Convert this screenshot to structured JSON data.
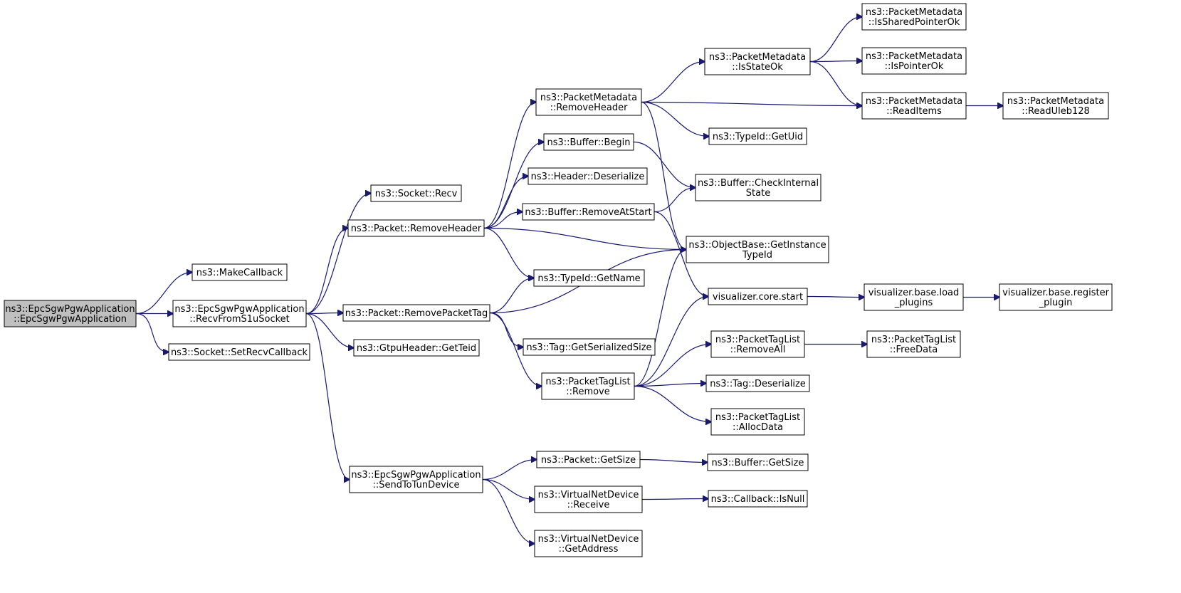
{
  "diagram": {
    "root_fill": "#bfbfbf",
    "node_fill": "#ffffff",
    "edge_color": "#191970",
    "nodes": [
      {
        "id": "root",
        "lines": [
          "ns3::EpcSgwPgwApplication",
          "::EpcSgwPgwApplication"
        ],
        "root": true
      },
      {
        "id": "makecb",
        "lines": [
          "ns3::MakeCallback"
        ]
      },
      {
        "id": "recvs1u",
        "lines": [
          "ns3::EpcSgwPgwApplication",
          "::RecvFromS1uSocket"
        ]
      },
      {
        "id": "setrecvcb",
        "lines": [
          "ns3::Socket::SetRecvCallback"
        ]
      },
      {
        "id": "sockrecv",
        "lines": [
          "ns3::Socket::Recv"
        ]
      },
      {
        "id": "pktremhdr",
        "lines": [
          "ns3::Packet::RemoveHeader"
        ]
      },
      {
        "id": "pktrempt",
        "lines": [
          "ns3::Packet::RemovePacketTag"
        ]
      },
      {
        "id": "gtputeid",
        "lines": [
          "ns3::GtpuHeader::GetTeid"
        ]
      },
      {
        "id": "sendtun",
        "lines": [
          "ns3::EpcSgwPgwApplication",
          "::SendToTunDevice"
        ]
      },
      {
        "id": "pmremhdr",
        "lines": [
          "ns3::PacketMetadata",
          "::RemoveHeader"
        ]
      },
      {
        "id": "bufbegin",
        "lines": [
          "ns3::Buffer::Begin"
        ]
      },
      {
        "id": "hdrdeser",
        "lines": [
          "ns3::Header::Deserialize"
        ]
      },
      {
        "id": "bufremstart",
        "lines": [
          "ns3::Buffer::RemoveAtStart"
        ]
      },
      {
        "id": "typeidname",
        "lines": [
          "ns3::TypeId::GetName"
        ]
      },
      {
        "id": "taggetser",
        "lines": [
          "ns3::Tag::GetSerializedSize"
        ]
      },
      {
        "id": "ptlremove",
        "lines": [
          "ns3::PacketTagList",
          "::Remove"
        ]
      },
      {
        "id": "pktgetsize",
        "lines": [
          "ns3::Packet::GetSize"
        ]
      },
      {
        "id": "vndreceive",
        "lines": [
          "ns3::VirtualNetDevice",
          "::Receive"
        ]
      },
      {
        "id": "vndgetaddr",
        "lines": [
          "ns3::VirtualNetDevice",
          "::GetAddress"
        ]
      },
      {
        "id": "pmstateok",
        "lines": [
          "ns3::PacketMetadata",
          "::IsStateOk"
        ]
      },
      {
        "id": "typeiduid",
        "lines": [
          "ns3::TypeId::GetUid"
        ]
      },
      {
        "id": "bufcheck",
        "lines": [
          "ns3::Buffer::CheckInternal",
          "State"
        ]
      },
      {
        "id": "objgettid",
        "lines": [
          "ns3::ObjectBase::GetInstance",
          "TypeId"
        ]
      },
      {
        "id": "vizstart",
        "lines": [
          "visualizer.core.start"
        ]
      },
      {
        "id": "ptlremall",
        "lines": [
          "ns3::PacketTagList",
          "::RemoveAll"
        ]
      },
      {
        "id": "tagdeser",
        "lines": [
          "ns3::Tag::Deserialize"
        ]
      },
      {
        "id": "ptlalloc",
        "lines": [
          "ns3::PacketTagList",
          "::AllocData"
        ]
      },
      {
        "id": "bufgetsize",
        "lines": [
          "ns3::Buffer::GetSize"
        ]
      },
      {
        "id": "cbisnull",
        "lines": [
          "ns3::Callback::IsNull"
        ]
      },
      {
        "id": "pmshared",
        "lines": [
          "ns3::PacketMetadata",
          "::IsSharedPointerOk"
        ]
      },
      {
        "id": "pmptrok",
        "lines": [
          "ns3::PacketMetadata",
          "::IsPointerOk"
        ]
      },
      {
        "id": "pmreaditems",
        "lines": [
          "ns3::PacketMetadata",
          "::ReadItems"
        ]
      },
      {
        "id": "pmuleb",
        "lines": [
          "ns3::PacketMetadata",
          "::ReadUleb128"
        ]
      },
      {
        "id": "vizload",
        "lines": [
          "visualizer.base.load",
          "_plugins"
        ]
      },
      {
        "id": "vizreg",
        "lines": [
          "visualizer.base.register",
          "_plugin"
        ]
      },
      {
        "id": "ptlfree",
        "lines": [
          "ns3::PacketTagList",
          "::FreeData"
        ]
      }
    ],
    "edges": [
      [
        "root",
        "makecb"
      ],
      [
        "root",
        "recvs1u"
      ],
      [
        "root",
        "setrecvcb"
      ],
      [
        "recvs1u",
        "sockrecv"
      ],
      [
        "recvs1u",
        "pktremhdr"
      ],
      [
        "recvs1u",
        "pktrempt"
      ],
      [
        "recvs1u",
        "gtputeid"
      ],
      [
        "recvs1u",
        "sendtun"
      ],
      [
        "pktremhdr",
        "pmremhdr"
      ],
      [
        "pktremhdr",
        "bufbegin"
      ],
      [
        "pktremhdr",
        "hdrdeser"
      ],
      [
        "pktremhdr",
        "bufremstart"
      ],
      [
        "pktremhdr",
        "objgettid"
      ],
      [
        "pktremhdr",
        "typeidname"
      ],
      [
        "pmremhdr",
        "pmstateok"
      ],
      [
        "pmremhdr",
        "pmreaditems"
      ],
      [
        "pmremhdr",
        "typeiduid"
      ],
      [
        "pmremhdr",
        "objgettid"
      ],
      [
        "pmstateok",
        "pmshared"
      ],
      [
        "pmstateok",
        "pmptrok"
      ],
      [
        "pmstateok",
        "pmreaditems"
      ],
      [
        "pmreaditems",
        "pmuleb"
      ],
      [
        "bufbegin",
        "bufcheck"
      ],
      [
        "bufremstart",
        "bufcheck"
      ],
      [
        "bufremstart",
        "vizstart"
      ],
      [
        "pktrempt",
        "typeidname"
      ],
      [
        "pktrempt",
        "objgettid"
      ],
      [
        "pktrempt",
        "taggetser"
      ],
      [
        "pktrempt",
        "ptlremove"
      ],
      [
        "ptlremove",
        "objgettid"
      ],
      [
        "ptlremove",
        "vizstart"
      ],
      [
        "ptlremove",
        "ptlremall"
      ],
      [
        "ptlremove",
        "tagdeser"
      ],
      [
        "ptlremove",
        "ptlalloc"
      ],
      [
        "ptlremall",
        "ptlfree"
      ],
      [
        "vizstart",
        "vizload"
      ],
      [
        "vizload",
        "vizreg"
      ],
      [
        "sendtun",
        "pktgetsize"
      ],
      [
        "sendtun",
        "vndreceive"
      ],
      [
        "sendtun",
        "vndgetaddr"
      ],
      [
        "pktgetsize",
        "bufgetsize"
      ],
      [
        "vndreceive",
        "cbisnull"
      ]
    ]
  }
}
